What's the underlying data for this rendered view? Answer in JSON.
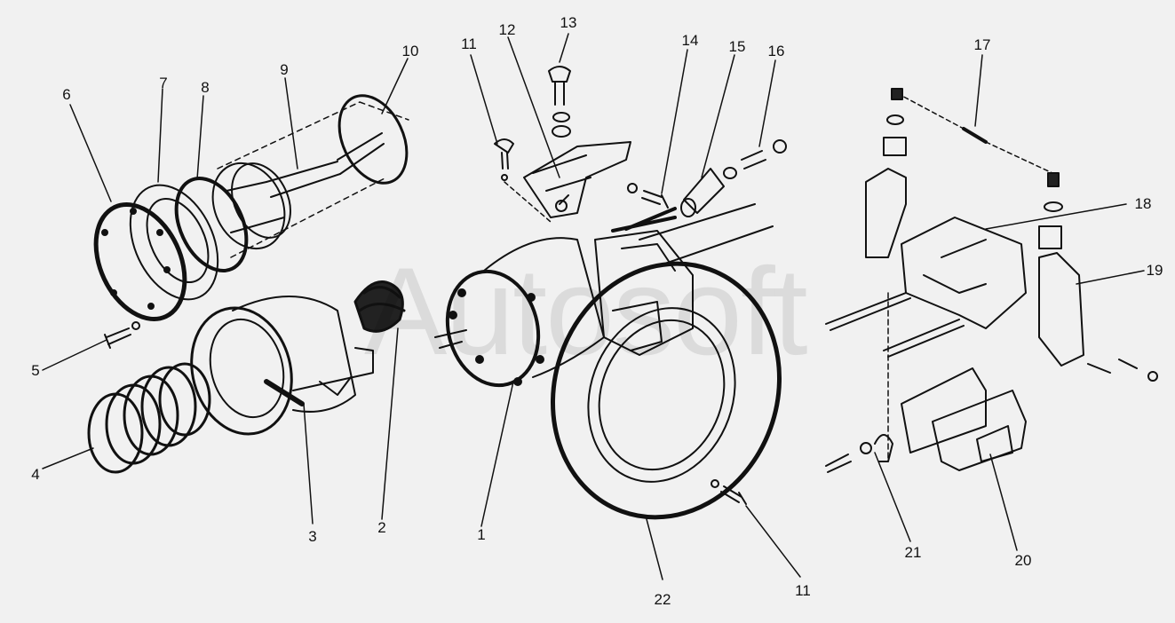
{
  "watermark": "Autosoft",
  "callouts": [
    {
      "id": "c1",
      "text": "1"
    },
    {
      "id": "c2",
      "text": "2"
    },
    {
      "id": "c3",
      "text": "3"
    },
    {
      "id": "c4",
      "text": "4"
    },
    {
      "id": "c5",
      "text": "5"
    },
    {
      "id": "c6",
      "text": "6"
    },
    {
      "id": "c7",
      "text": "7"
    },
    {
      "id": "c8",
      "text": "8"
    },
    {
      "id": "c9",
      "text": "9"
    },
    {
      "id": "c10",
      "text": "10"
    },
    {
      "id": "c11a",
      "text": "11"
    },
    {
      "id": "c11b",
      "text": "11"
    },
    {
      "id": "c12",
      "text": "12"
    },
    {
      "id": "c13",
      "text": "13"
    },
    {
      "id": "c14",
      "text": "14"
    },
    {
      "id": "c15",
      "text": "15"
    },
    {
      "id": "c16",
      "text": "16"
    },
    {
      "id": "c17",
      "text": "17"
    },
    {
      "id": "c18",
      "text": "18"
    },
    {
      "id": "c19",
      "text": "19"
    },
    {
      "id": "c20",
      "text": "20"
    },
    {
      "id": "c21",
      "text": "21"
    },
    {
      "id": "c22",
      "text": "22"
    }
  ],
  "colors": {
    "ink": "#111111",
    "paper": "#f1f1f1"
  }
}
